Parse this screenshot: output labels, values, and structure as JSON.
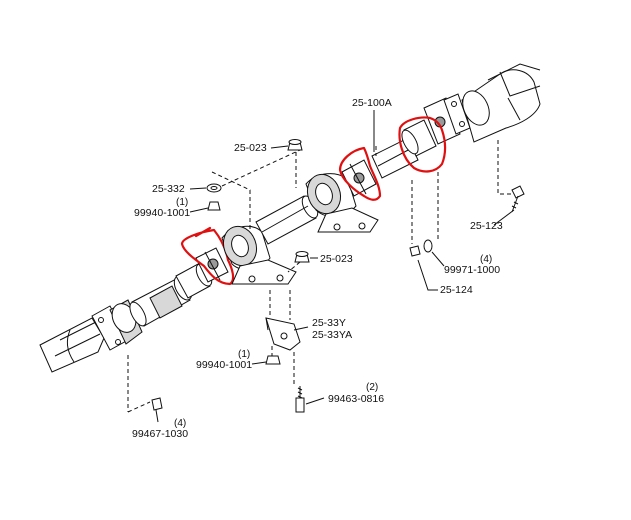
{
  "labels": {
    "p25_100A": "25-100A",
    "p25_023_top": "25-023",
    "p25_332": "25-332",
    "qty_1_a": "(1)",
    "p99940_1001_a": "99940-1001",
    "p25_023_mid": "25-023",
    "p25_33Y": "25-33Y",
    "p25_33YA": "25-33YA",
    "qty_1_b": "(1)",
    "p99940_1001_b": "99940-1001",
    "qty_2": "(2)",
    "p99463_0816": "99463-0816",
    "qty_4_a": "(4)",
    "p99467_1030": "99467-1030",
    "p25_123": "25-123",
    "qty_4_b": "(4)",
    "p99971_1000": "99971-1000",
    "p25_124": "25-124"
  },
  "colors": {
    "ink": "#111111",
    "annotation": "#e01010",
    "background": "#ffffff"
  }
}
